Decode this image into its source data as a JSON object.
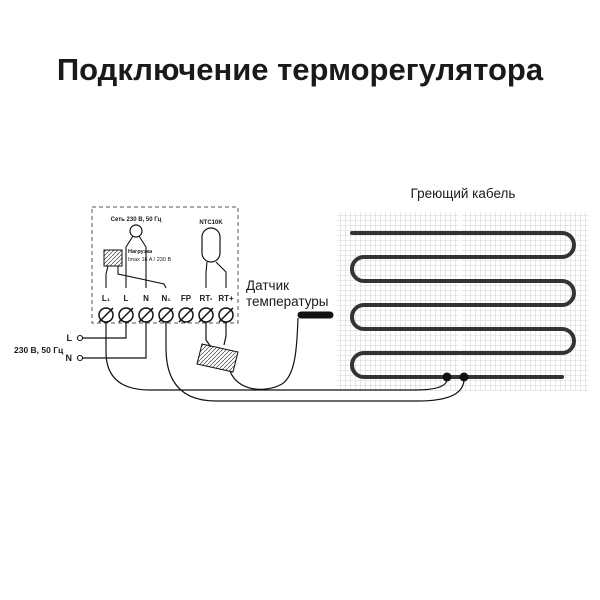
{
  "title": "Подключение терморегулятора",
  "thermostat": {
    "mains_label": "Сеть 230 В, 50 Гц",
    "load_label_1": "Нагрузка",
    "load_label_2": "Imax 16 A / 230 В",
    "ntc_label": "NTC10K",
    "terminals": [
      "L₁",
      "L",
      "N",
      "N₁",
      "FP",
      "RT-",
      "RT+"
    ]
  },
  "supply": {
    "voltage": "230 В, 50 Гц",
    "line": "L",
    "neutral": "N"
  },
  "annotations": {
    "sensor_line1": "Датчик",
    "sensor_line2": "температуры",
    "heating_cable": "Греющий кабель"
  },
  "colors": {
    "wire": "#1a1a1a",
    "mesh": "#c6c6c6",
    "cable": "#333333"
  }
}
